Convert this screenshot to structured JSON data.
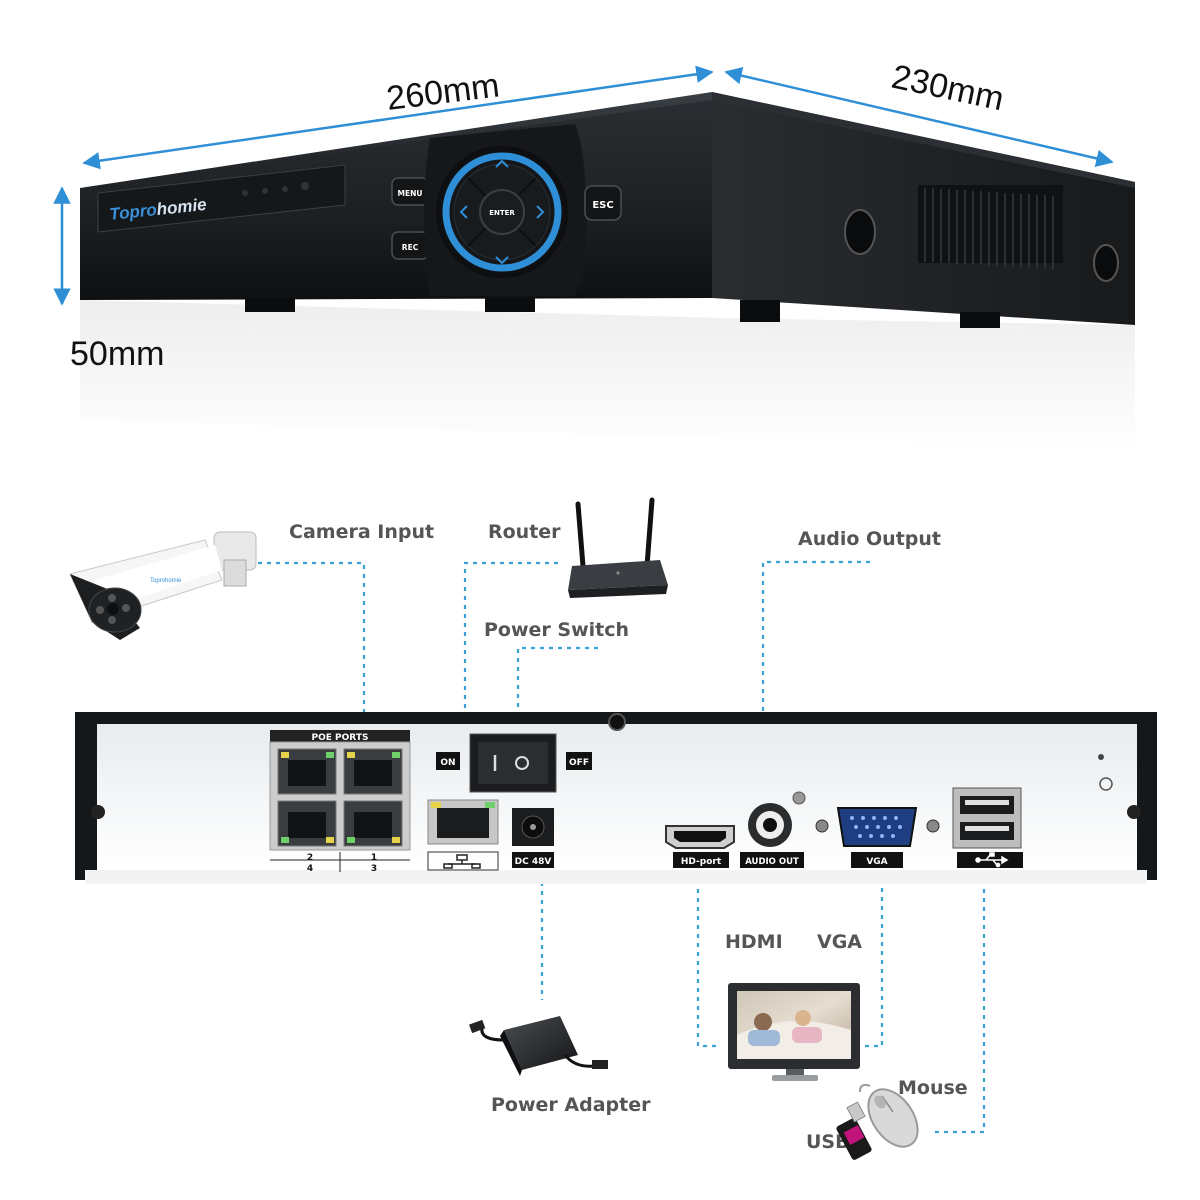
{
  "dimensions": {
    "width": "260mm",
    "depth": "230mm",
    "height": "50mm"
  },
  "brand": {
    "name_prefix": "Topro",
    "name_suffix": "homie",
    "accent": "#3a8fd8"
  },
  "front_panel": {
    "menu": "MENU",
    "rec": "REC",
    "enter": "ENTER",
    "esc": "ESC"
  },
  "rear_panel": {
    "poe_ports": "POE PORTS",
    "port_num_top_left": "2",
    "port_num_top_right": "1",
    "port_num_bottom_left": "4",
    "port_num_bottom_right": "3",
    "on": "ON",
    "off": "OFF",
    "dc": "DC 48V",
    "hd_port": "HD-port",
    "audio_out": "AUDIO OUT",
    "vga": "VGA"
  },
  "connections": {
    "camera_input": "Camera Input",
    "router": "Router",
    "power_switch": "Power Switch",
    "audio_output": "Audio Output",
    "hdmi": "HDMI",
    "vga": "VGA",
    "mouse": "Mouse",
    "usb": "USB",
    "power_adapter": "Power Adapter"
  },
  "colors": {
    "dimension_arrow": "#2f8fd6",
    "connector_line": "#3aa0d8",
    "device_body": "#1f2326"
  }
}
